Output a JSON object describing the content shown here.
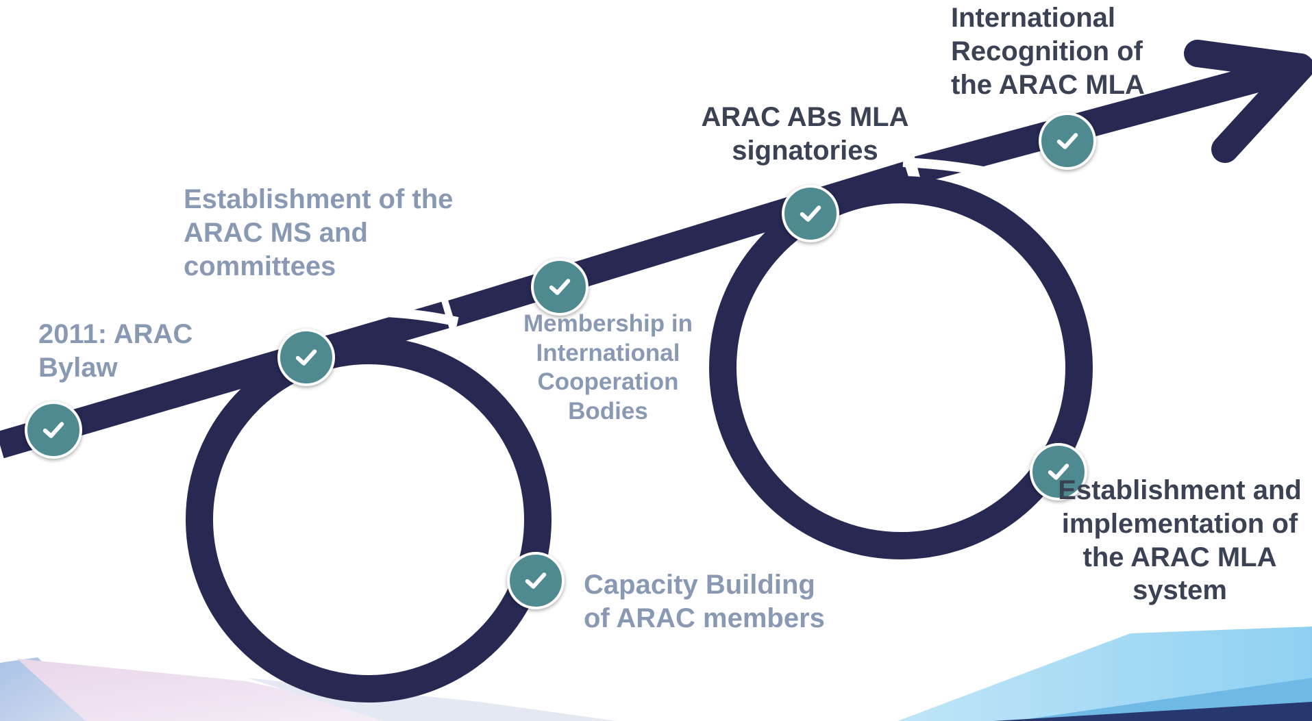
{
  "labels": {
    "bylaw": "2011: ARAC Bylaw",
    "ms_committees": "Establishment of the ARAC MS and committees",
    "membership": "Membership in International Cooperation Bodies",
    "capacity": "Capacity Building of ARAC members",
    "abs_signatories": "ARAC ABs MLA signatories",
    "recognition": "International Recognition of the ARAC MLA",
    "mla_system": "Establishment and implementation of the ARAC MLA system"
  },
  "milestones": [
    {
      "name": "bylaw",
      "icon": "check-icon"
    },
    {
      "name": "ms-committees",
      "icon": "check-icon"
    },
    {
      "name": "membership",
      "icon": "check-icon"
    },
    {
      "name": "capacity",
      "icon": "check-icon"
    },
    {
      "name": "abs-signatories",
      "icon": "check-icon"
    },
    {
      "name": "mla-system",
      "icon": "check-icon"
    },
    {
      "name": "recognition",
      "icon": "check-icon"
    }
  ],
  "colors": {
    "path": "#272953",
    "check_circle": "#4f8a91",
    "label_muted": "#8a99b3",
    "label_dark": "#3a4254"
  }
}
